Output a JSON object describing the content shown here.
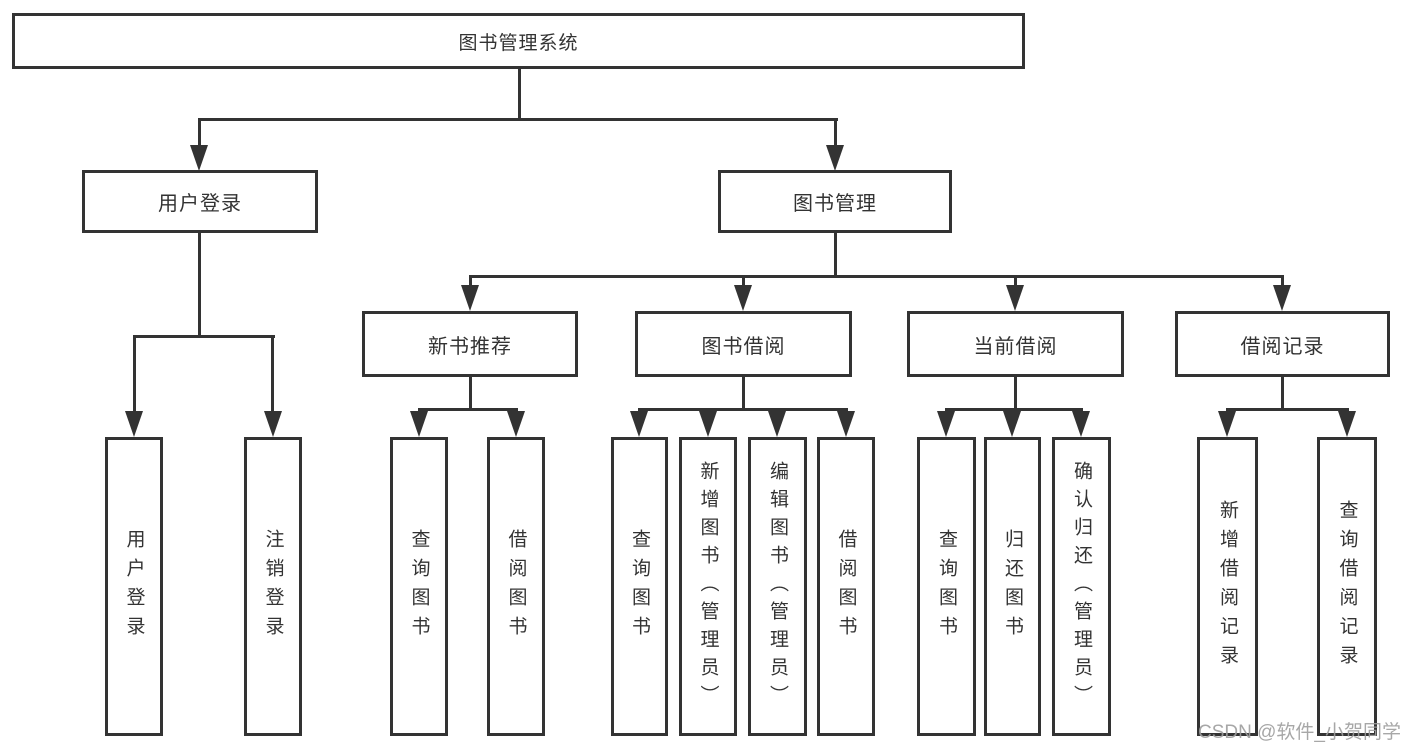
{
  "nodes": {
    "root": "图书管理系统",
    "user_login": "用户登录",
    "book_mgmt": "图书管理",
    "new_books": "新书推荐",
    "book_borrow": "图书借阅",
    "current_borrow": "当前借阅",
    "borrow_records": "借阅记录",
    "ul_login": "用户登录",
    "ul_logout": "注销登录",
    "nb_query": "查询图书",
    "nb_borrow": "借阅图书",
    "bb_query": "查询图书",
    "bb_add": "新增图书（管理员）",
    "bb_edit": "编辑图书（管理员）",
    "bb_borrow": "借阅图书",
    "cb_query": "查询图书",
    "cb_return": "归还图书",
    "cb_confirm": "确认归还（管理员）",
    "br_add": "新增借阅记录",
    "br_query": "查询借阅记录"
  },
  "hierarchy": {
    "图书管理系统": {
      "用户登录": [
        "用户登录",
        "注销登录"
      ],
      "图书管理": {
        "新书推荐": [
          "查询图书",
          "借阅图书"
        ],
        "图书借阅": [
          "查询图书",
          "新增图书（管理员）",
          "编辑图书（管理员）",
          "借阅图书"
        ],
        "当前借阅": [
          "查询图书",
          "归还图书",
          "确认归还（管理员）"
        ],
        "借阅记录": [
          "新增借阅记录",
          "查询借阅记录"
        ]
      }
    }
  },
  "watermark": "CSDN @软件_小贺同学",
  "colors": {
    "line": "#333333",
    "node_border": "#333333",
    "node_bg": "#ffffff",
    "text": "#333333",
    "watermark": "#9e9e9e",
    "background": "#ffffff"
  }
}
